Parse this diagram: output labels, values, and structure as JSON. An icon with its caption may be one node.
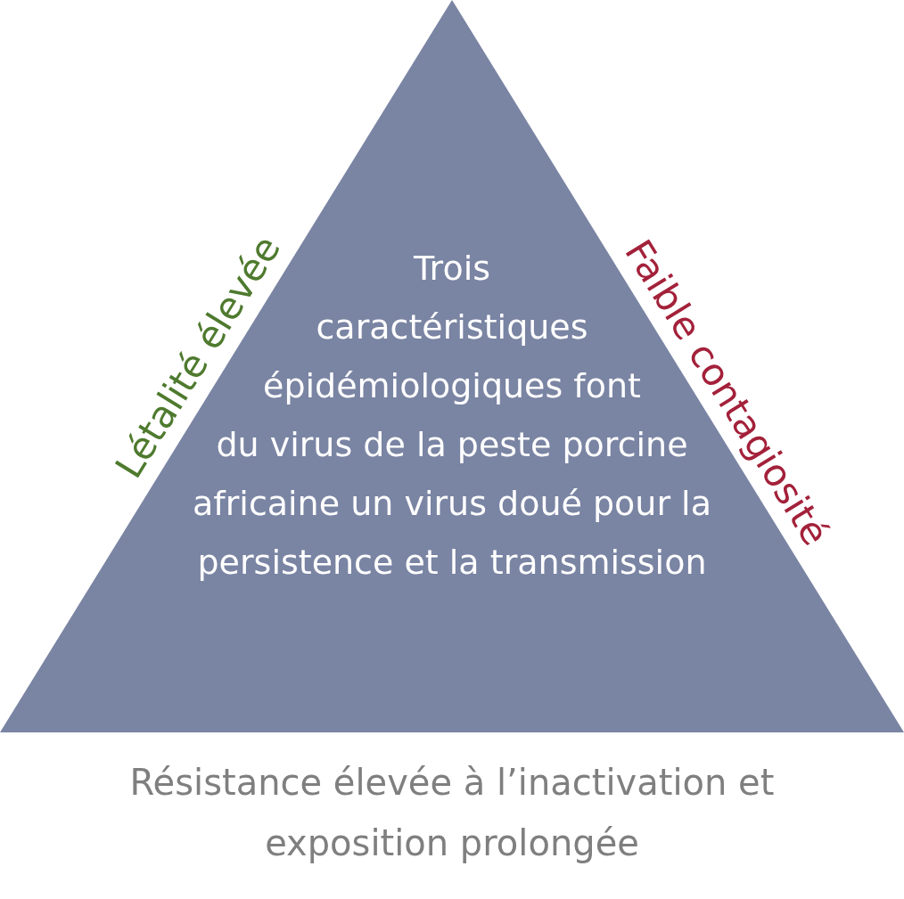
{
  "diagram": {
    "nodes": [
      {
        "text": [
          "Trois caractéristiques épidémiologiques font du virus de la peste porcine africaine un virus doué pour la persistence et la transmission"
        ]
      }
    ],
    "labels": [
      "Létalité élevée",
      "Faible contagiosité",
      "Résistance élevée à l’inactivation et exposition prolongée"
    ]
  }
}
